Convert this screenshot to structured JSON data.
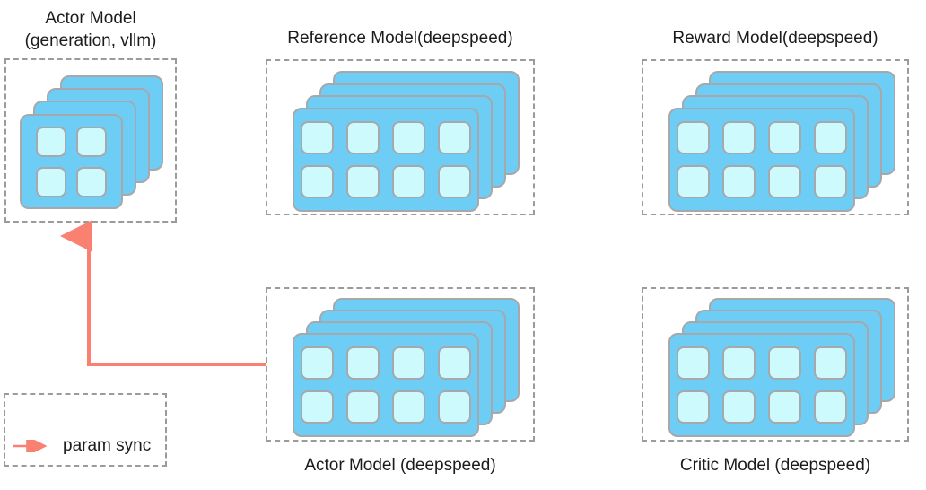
{
  "diagram": {
    "title_hidden": "",
    "accent_arrow_color": "#fa8072",
    "card_color": "#6ecdf5",
    "chip_color": "#ccfafd",
    "border_gray": "#9b9b9b",
    "groups": [
      {
        "id": "actor-model-vllm",
        "caption": "Actor Model\n(generation, vllm)",
        "caption_position": "top",
        "stack_count": 4,
        "chip_columns": 2,
        "chip_rows": 2,
        "chip_total": 4
      },
      {
        "id": "reference-model",
        "caption": "Reference Model(deepspeed)",
        "caption_position": "top",
        "stack_count": 4,
        "chip_columns": 4,
        "chip_rows": 2,
        "chip_total": 8
      },
      {
        "id": "reward-model",
        "caption": "Reward Model(deepspeed)",
        "caption_position": "top",
        "stack_count": 4,
        "chip_columns": 4,
        "chip_rows": 2,
        "chip_total": 8
      },
      {
        "id": "actor-model-deepspeed",
        "caption": "Actor Model (deepspeed)",
        "caption_position": "bottom",
        "stack_count": 4,
        "chip_columns": 4,
        "chip_rows": 2,
        "chip_total": 8
      },
      {
        "id": "critic-model-deepspeed",
        "caption": "Critic Model (deepspeed)",
        "caption_position": "bottom",
        "stack_count": 4,
        "chip_columns": 4,
        "chip_rows": 2,
        "chip_total": 8
      }
    ],
    "connector": {
      "id": "param-sync-connector",
      "from": "actor-model-deepspeed",
      "to": "actor-model-vllm",
      "color": "#fa8072",
      "style": "elbow-arrow"
    },
    "legend": {
      "label": "param sync",
      "arrow_color": "#fa8072"
    }
  }
}
